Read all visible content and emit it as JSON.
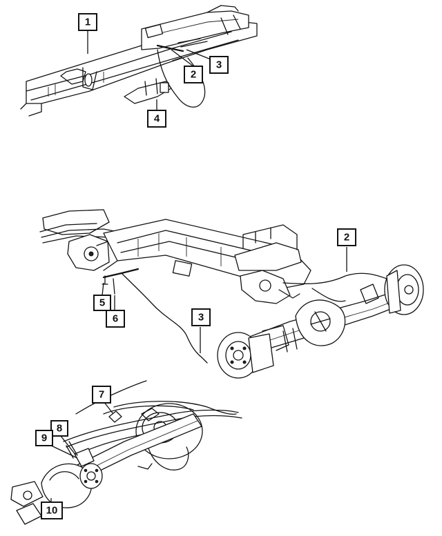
{
  "callouts": [
    {
      "id": "c1",
      "label": "1"
    },
    {
      "id": "c2a",
      "label": "2"
    },
    {
      "id": "c3a",
      "label": "3"
    },
    {
      "id": "c4",
      "label": "4"
    },
    {
      "id": "c2b",
      "label": "2"
    },
    {
      "id": "c5",
      "label": "5"
    },
    {
      "id": "c6",
      "label": "6"
    },
    {
      "id": "c3b",
      "label": "3"
    },
    {
      "id": "c7",
      "label": "7"
    },
    {
      "id": "c8",
      "label": "8"
    },
    {
      "id": "c9",
      "label": "9"
    },
    {
      "id": "c10",
      "label": "10"
    }
  ]
}
